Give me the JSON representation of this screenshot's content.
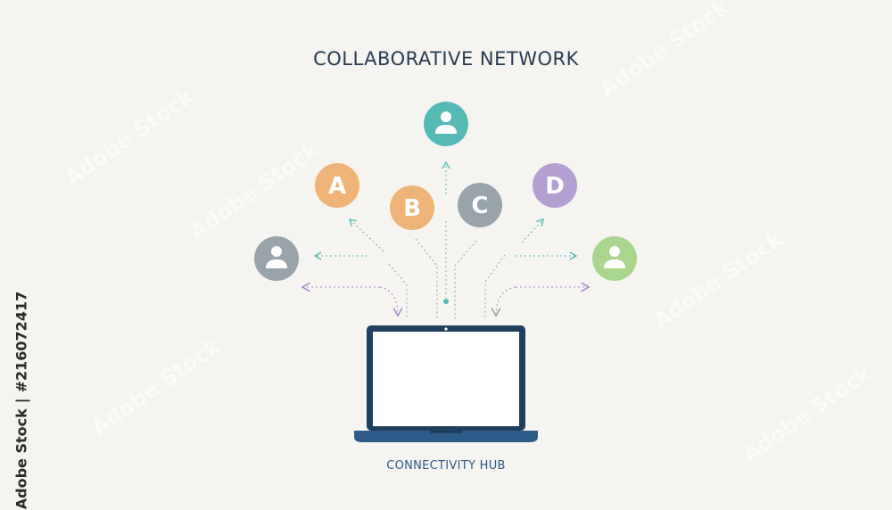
{
  "title": "COLLABORATIVE NETWORK",
  "subtitle": "CONNECTIVITY HUB",
  "side_id": {
    "brand": "Adobe Stock",
    "separator": "|",
    "number": "#216072417"
  },
  "watermark_text": "Adobe Stock",
  "nodes": [
    {
      "id": "a",
      "letter": "A",
      "color": "#eeb377"
    },
    {
      "id": "b",
      "letter": "B",
      "color": "#eeb377"
    },
    {
      "id": "c",
      "letter": "C",
      "color": "#98a3aa"
    },
    {
      "id": "d",
      "letter": "D",
      "color": "#b49fd3"
    },
    {
      "id": "user-top",
      "icon": "user-icon",
      "color": "#55bab4"
    },
    {
      "id": "user-left",
      "icon": "user-icon",
      "color": "#98a3aa"
    },
    {
      "id": "user-right",
      "icon": "user-icon",
      "color": "#a9d58c"
    }
  ],
  "colors": {
    "background": "#f6f4f0",
    "laptop_frame": "#1f3f5f",
    "laptop_base": "#2e5a88",
    "screen": "#ffffff",
    "teal_arrow": "#55bab4",
    "purple_arrow": "#a48bc8",
    "gray_line": "#9aa3ab"
  }
}
